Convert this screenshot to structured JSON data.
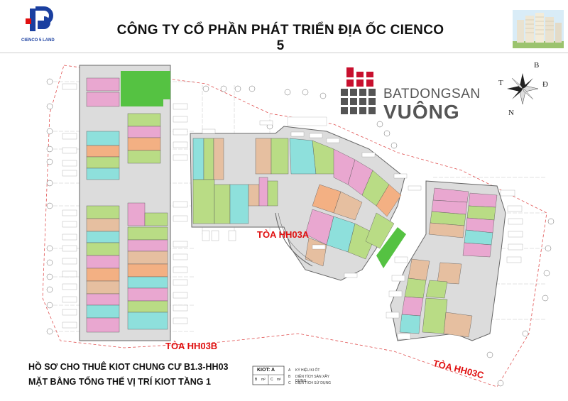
{
  "header": {
    "title": "CÔNG TY CỔ PHẦN PHÁT TRIỂN ĐỊA ỐC CIENCO 5",
    "logo_caption": "CIENCO 5 LAND"
  },
  "brand": {
    "line1": "BATDONGSAN",
    "line2": "VUÔNG"
  },
  "towers": {
    "a": "TÒA HH03A",
    "b": "TÒA HH03B",
    "c": "TÒA HH03C"
  },
  "compass": {
    "north": "B",
    "south": "N",
    "east": "Đ",
    "west": "T"
  },
  "footer": {
    "line1": "HỒ SƠ CHO THUÊ KIOT CHUNG CƯ B1.3-HH03",
    "line2": "MẶT BẰNG TỔNG THỂ VỊ TRÍ KIOT TẦNG 1"
  },
  "legend": {
    "kiot_label": "KIOT: A",
    "row_a": "A",
    "row_a_text": "KÝ HIỆU KI ỐT",
    "row_b": "B",
    "row_b_text": "DIỆN TÍCH SÀN XÂY DỰNG",
    "row_c": "C",
    "row_c_text": "DIỆN TÍCH SỬ DỤNG",
    "cell_b": "B",
    "cell_m1": "m²",
    "cell_c": "C",
    "cell_m2": "m²"
  },
  "colors": {
    "pink": "#e9a7d0",
    "green": "#b9dc85",
    "orange": "#f3b083",
    "cyan": "#8ee0dc",
    "tan": "#e6bfa0",
    "grass": "#55c242",
    "red_label": "#e01010",
    "brand_red": "#c8102e",
    "logo_blue": "#1a3fa0"
  }
}
